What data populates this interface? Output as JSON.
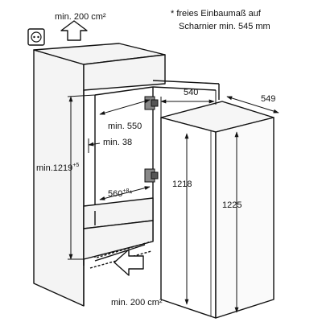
{
  "notes": {
    "line1": "* freies Einbaumaß auf",
    "line2": "Scharnier min. 545 mm"
  },
  "ventilation": {
    "top": "min. 200 cm²",
    "bottom": "min. 200 cm²"
  },
  "dimensions": {
    "niche_height": "min.1219",
    "niche_height_tolerance": "+5",
    "niche_depth": "min. 550",
    "side_gap": "min. 38",
    "niche_width": "560",
    "niche_width_tolerance": "+8",
    "niche_width_mark": "*",
    "appliance_width": "540",
    "appliance_depth": "549",
    "door_height": "1218",
    "appliance_height": "1225"
  },
  "icons": {
    "socket": "power-socket-icon",
    "airflow_top": "airflow-up-arrow-icon",
    "airflow_bottom": "airflow-in-arrow-icon"
  }
}
